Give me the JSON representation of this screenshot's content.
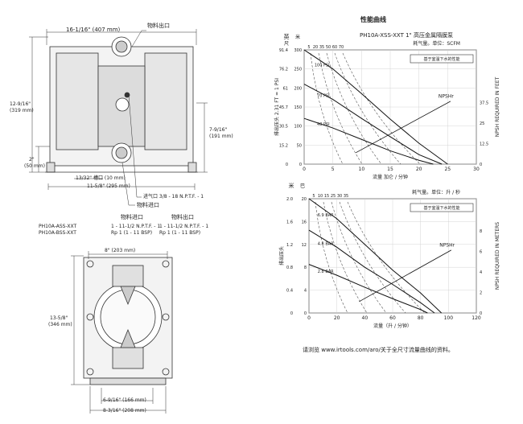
{
  "front_view": {
    "width_dim": "16-1/16\" (407 mm)",
    "height_dim": "12-9/16\"\n(319 mm)",
    "height_dim_a": "12-9/16\"",
    "height_dim_b": "(319 mm)",
    "right_dim_a": "7-9/16\"",
    "right_dim_b": "(191 mm)",
    "base_dim_a": "2\"",
    "base_dim_b": "(50 mm)",
    "slot_dim": "13/32\" 槽口 (10 mm)",
    "mount_dim": "11-5/8\" (295 mm)",
    "outlet_label": "物料出口",
    "air_inlet_label": "进气口 3/8 - 18 N.P.T.F. - 1",
    "inlet_label": "物料进口"
  },
  "model_table": {
    "col_inlet": "物料进口",
    "col_outlet": "物料出口",
    "rows": [
      {
        "model": "PH10A-ASS-XXT",
        "inlet": "1 - 11-1/2 N.P.T.F. - 1",
        "outlet": "1 - 11-1/2 N.P.T.F. - 1"
      },
      {
        "model": "PH10A-BSS-XXT",
        "inlet": "Rp 1 (1 - 11 BSP)",
        "outlet": "Rp 1 (1 - 11 BSP)"
      }
    ]
  },
  "side_view": {
    "top_dim": "8\" (203 mm)",
    "height_dim_a": "13-5/8\"",
    "height_dim_b": "(346 mm)",
    "base_dim1": "6-9/16\" (166 mm)",
    "base_dim2": "8-3/16\" (208 mm)"
  },
  "chart_heading": "性能曲线",
  "footer_note": "请浏览 www.irtools.com/aro/关于全尺寸流量曲线的资料。",
  "chart_data": [
    {
      "type": "line",
      "title": "PH10A-XSS-XXT  1\" 高压金属隔膜泵",
      "unit_label_a": "英",
      "unit_label_b": "尺",
      "unit_label_c": "米",
      "ylabel": "排出压头 2.31 FT = 1 PSI",
      "xlabel": "流量 加仑 / 分钟",
      "right_label": "NPSH REQUIRED IN FEET",
      "air_label": "耗气量。单位：SCFM",
      "legend_box": "基于室温下水的性能",
      "npsh_label": "NPSHr",
      "x_ticks": [
        "0",
        "5",
        "10",
        "15",
        "20",
        "25",
        "30"
      ],
      "y_ticks": [
        "0",
        "50",
        "100",
        "150",
        "200",
        "250",
        "300"
      ],
      "y_ticks_m": [
        "0",
        "15.2",
        "30.5",
        "45.7",
        "61",
        "76.2",
        "91.4"
      ],
      "right_ticks": [
        "0",
        "12.5",
        "25",
        "37.5"
      ],
      "air_ticks": [
        "5",
        "20",
        "35",
        "50",
        "60",
        "70"
      ],
      "xlim": [
        0,
        30
      ],
      "ylim": [
        0,
        300
      ],
      "series": [
        {
          "name": "100 PSI",
          "x": [
            0,
            5,
            10,
            15,
            20,
            25
          ],
          "y": [
            300,
            250,
            185,
            118,
            55,
            0
          ]
        },
        {
          "name": "70 PSI",
          "x": [
            0,
            5,
            10,
            15,
            20,
            24
          ],
          "y": [
            210,
            170,
            120,
            72,
            25,
            0
          ]
        },
        {
          "name": "40 PSI",
          "x": [
            0,
            5,
            10,
            15,
            20,
            22.5
          ],
          "y": [
            120,
            95,
            65,
            35,
            10,
            0
          ]
        }
      ]
    },
    {
      "type": "line",
      "title": "",
      "unit_label_a": "米",
      "unit_label_b": "巴",
      "ylabel": "排出压头",
      "xlabel": "流量（升 / 分钟）",
      "right_label": "NPSH REQUIRED IN METERS",
      "air_label": "耗气量。单位：升 / 秒",
      "legend_box": "基于室温下水的性能",
      "npsh_label": "NPSHr",
      "x_ticks": [
        "0",
        "20",
        "40",
        "60",
        "80",
        "100",
        "120"
      ],
      "y_ticks": [
        "0",
        "4",
        "8",
        "12",
        "16",
        "20"
      ],
      "y_ticks_bar": [
        "0",
        "0.4",
        "0.8",
        "1.2",
        "1.6",
        "2.0"
      ],
      "right_ticks": [
        "0",
        "2",
        "4",
        "6",
        "8"
      ],
      "air_ticks": [
        "5",
        "10",
        "15",
        "25",
        "30",
        "35"
      ],
      "xlim": [
        0,
        120
      ],
      "ylim": [
        0,
        20
      ],
      "series": [
        {
          "name": "6.9 BAR",
          "x": [
            0,
            20,
            40,
            60,
            80,
            95
          ],
          "y": [
            21,
            16.5,
            12,
            7.5,
            3.5,
            0
          ]
        },
        {
          "name": "4.8 BAR",
          "x": [
            0,
            20,
            40,
            60,
            80,
            90
          ],
          "y": [
            14.5,
            11.5,
            8,
            5,
            1.8,
            0
          ]
        },
        {
          "name": "2.8 BAR",
          "x": [
            0,
            20,
            40,
            60,
            80,
            85
          ],
          "y": [
            8.5,
            6.6,
            4.5,
            2.5,
            0.6,
            0
          ]
        }
      ]
    }
  ]
}
